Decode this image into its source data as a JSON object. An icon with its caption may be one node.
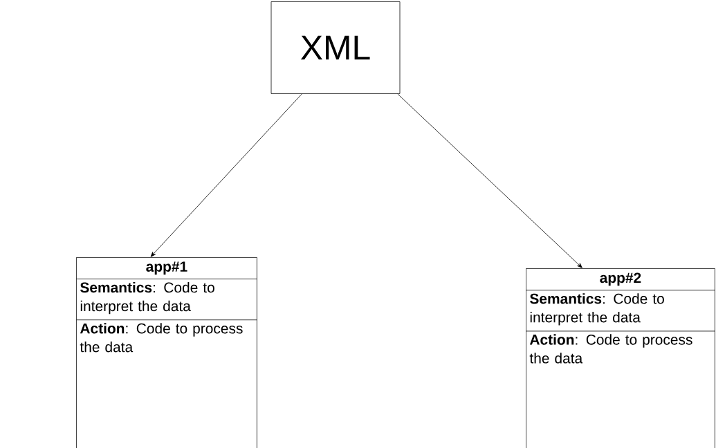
{
  "diagram": {
    "nodes": [
      {
        "text": [
          "XML"
        ]
      },
      {
        "text": [
          "app#1",
          "**Semantics**: Code to interpret the data",
          "**Action**: Code to process the data"
        ]
      },
      {
        "text": [
          "app#2",
          "**Semantics**: Code to interpret the data",
          "**Action**: Code to process the data"
        ]
      }
    ],
    "edges": [
      {
        "from": 0,
        "to": 1,
        "arrow": "to"
      },
      {
        "from": 0,
        "to": 2,
        "arrow": "to"
      }
    ]
  }
}
